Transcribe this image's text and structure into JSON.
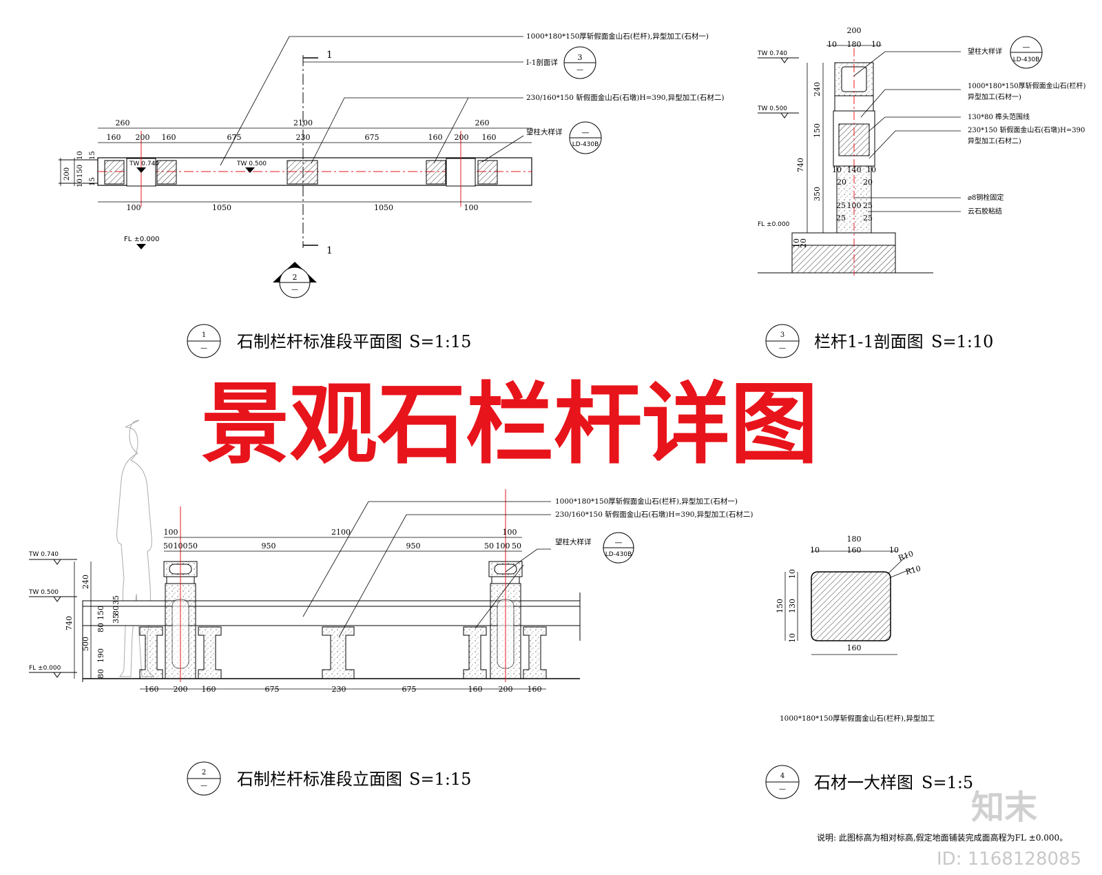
{
  "main_title": "景观石栏杆详图",
  "plan": {
    "title": "石制栏杆标准段平面图",
    "scale": "S=1:15",
    "badge": "1",
    "section_mark": "1",
    "view_badge": "2",
    "levels": {
      "tw_post": "TW 0.740",
      "tw_rail": "TW 0.500",
      "fl": "FL ±0.000"
    },
    "dims_top": [
      "260",
      "2100",
      "260"
    ],
    "dims_top2": [
      "160",
      "200",
      "160",
      "675",
      "230",
      "675",
      "160",
      "200",
      "160"
    ],
    "dims_bottom": [
      "100",
      "1050",
      "1050",
      "100"
    ],
    "dims_left": [
      "200",
      "10",
      "150",
      "10",
      "15",
      "15"
    ],
    "notes": [
      "1000*180*150厚斩假面金山石(栏杆),异型加工(石材一)",
      "I-1剖面详",
      "230/160*150 斩假面金山石(石墩)H=390,异型加工(石材二)",
      "望柱大样详"
    ],
    "ref1": {
      "top": "3",
      "bottom": "—"
    },
    "ref2": {
      "top": "—",
      "bottom": "LD-430B"
    }
  },
  "section": {
    "title": "栏杆1-1剖面图",
    "scale": "S=1:10",
    "badge": "3",
    "levels": {
      "tw_post": "TW 0.740",
      "tw_rail": "TW 0.500",
      "fl": "FL ±0.000"
    },
    "dims_top": [
      "200",
      "10",
      "180",
      "10"
    ],
    "dims_left": [
      "240",
      "150",
      "740",
      "350",
      "10",
      "20"
    ],
    "dims_inner": [
      "10",
      "140",
      "10",
      "20",
      "20",
      "25",
      "100",
      "25",
      "25",
      "25"
    ],
    "notes": [
      "望柱大样详",
      "1000*180*150厚斩假面金山石(栏杆)",
      "异型加工(石材一)",
      "130*80 榫头范围线",
      "230*150 斩假面金山石(石墩)H=390",
      "异型加工(石材二)",
      "⌀8钢栓固定",
      "云石胶粘结"
    ],
    "ref": {
      "top": "—",
      "bottom": "LD-430B"
    }
  },
  "elevation": {
    "title": "石制栏杆标准段立面图",
    "scale": "S=1:15",
    "badge": "2",
    "levels": {
      "tw_post": "TW 0.740",
      "tw_rail": "TW 0.500",
      "fl": "FL ±0.000"
    },
    "dims_top": [
      "100",
      "2100",
      "100"
    ],
    "dims_top2": [
      "50",
      "100",
      "50",
      "950",
      "950",
      "50",
      "100",
      "50"
    ],
    "dims_bottom": [
      "160",
      "200",
      "160",
      "675",
      "230",
      "675",
      "160",
      "200",
      "160"
    ],
    "dims_left": [
      "240",
      "740",
      "500",
      "80",
      "190",
      "80",
      "150",
      "35",
      "80",
      "35"
    ],
    "notes": [
      "1000*180*150厚斩假面金山石(栏杆),异型加工(石材一)",
      "230/160*150 斩假面金山石(石墩)H=390,异型加工(石材二)",
      "望柱大样详"
    ],
    "ref": {
      "top": "—",
      "bottom": "LD-430B"
    }
  },
  "detail": {
    "title": "石材一大样图",
    "scale": "S=1:5",
    "badge": "4",
    "dims": [
      "180",
      "10",
      "160",
      "10",
      "160",
      "150",
      "10",
      "130",
      "10",
      "R10",
      "R10"
    ],
    "caption": "1000*180*150厚斩假面金山石(栏杆),异型加工"
  },
  "footnote": "说明: 此图标高为相对标高,假定地面铺装完成面高程为FL ±0.000。",
  "brand": {
    "logo": "知末",
    "id": "ID: 1168128085"
  },
  "colors": {
    "accent": "#e8141b",
    "line": "#000000"
  }
}
